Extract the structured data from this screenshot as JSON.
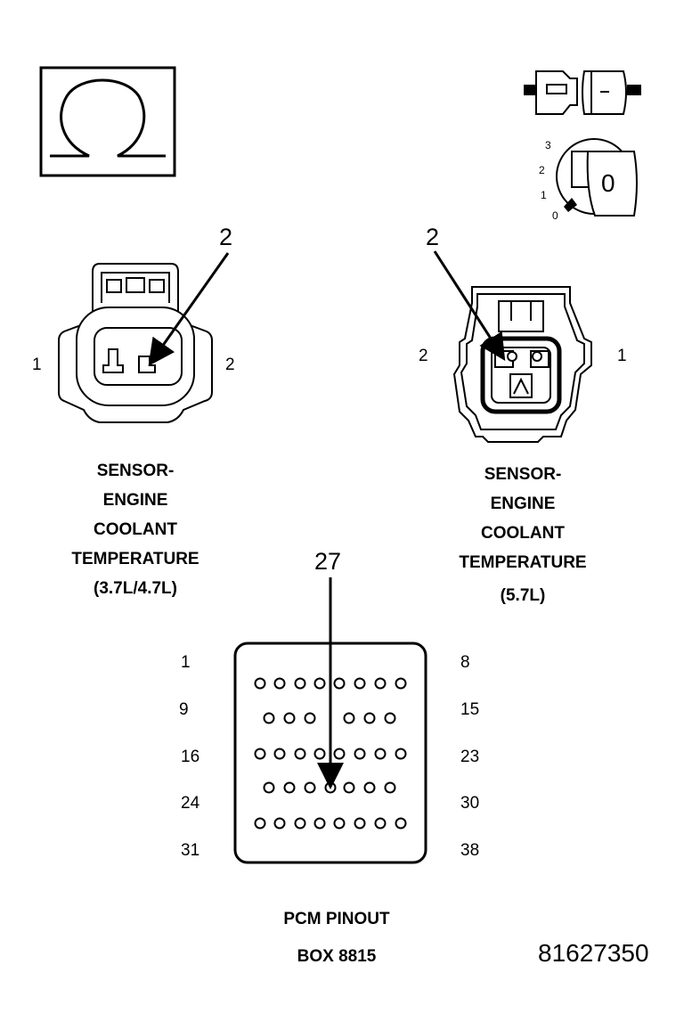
{
  "meter_symbol": "Ω",
  "ignition_positions": [
    "3",
    "2",
    "1",
    "0"
  ],
  "ignition_key_label": "0",
  "left_connector": {
    "callout": "2",
    "pin_left": "1",
    "pin_right": "2",
    "caption": [
      "SENSOR-",
      "ENGINE",
      "COOLANT",
      "TEMPERATURE",
      "(3.7L/4.7L)"
    ]
  },
  "right_connector": {
    "callout": "2",
    "pin_left": "2",
    "pin_right": "1",
    "caption": [
      "SENSOR-",
      "ENGINE",
      "COOLANT",
      "TEMPERATURE",
      "(5.7L)"
    ]
  },
  "pcm": {
    "callout": "27",
    "left_labels": [
      "1",
      "9",
      "16",
      "24",
      "31"
    ],
    "right_labels": [
      "8",
      "15",
      "23",
      "30",
      "38"
    ],
    "caption": [
      "PCM PINOUT",
      "BOX 8815"
    ]
  },
  "figure_number": "81627350"
}
